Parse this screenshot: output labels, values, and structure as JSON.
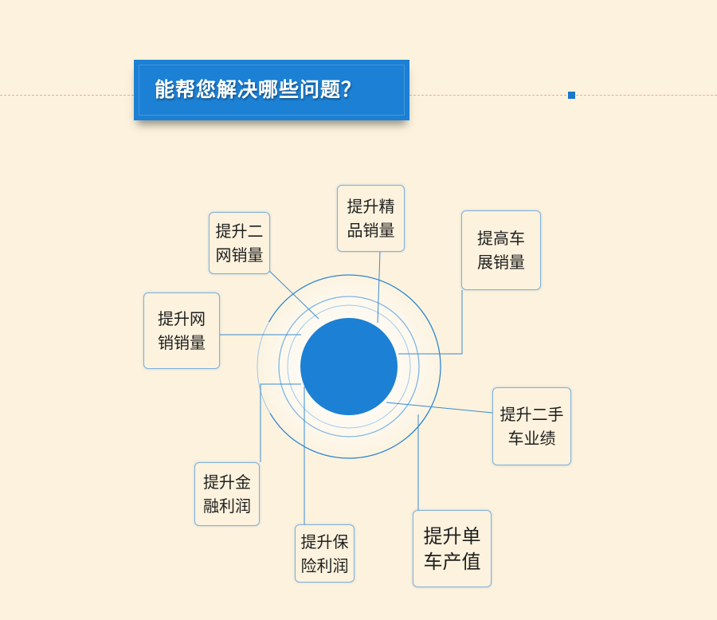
{
  "header": {
    "title": "能帮您解决哪些问题？"
  },
  "colors": {
    "background": "#fcf2dd",
    "accent_blue": "#1c80d4",
    "line_blue": "#2f86d0"
  },
  "diagram": {
    "nodes": [
      {
        "id": "used-car-online",
        "label": "提升二\n网销量"
      },
      {
        "id": "boutique",
        "label": "提升精\n品销量"
      },
      {
        "id": "exhibition",
        "label": "提高车\n展销量"
      },
      {
        "id": "online-sales",
        "label": "提升网\n销销量"
      },
      {
        "id": "used-car-performance",
        "label": "提升二手\n车业绩"
      },
      {
        "id": "finance-profit",
        "label": "提升金\n融利润"
      },
      {
        "id": "insurance-profit",
        "label": "提升保\n险利润"
      },
      {
        "id": "unit-output",
        "label": "提升单\n车产值"
      }
    ]
  }
}
